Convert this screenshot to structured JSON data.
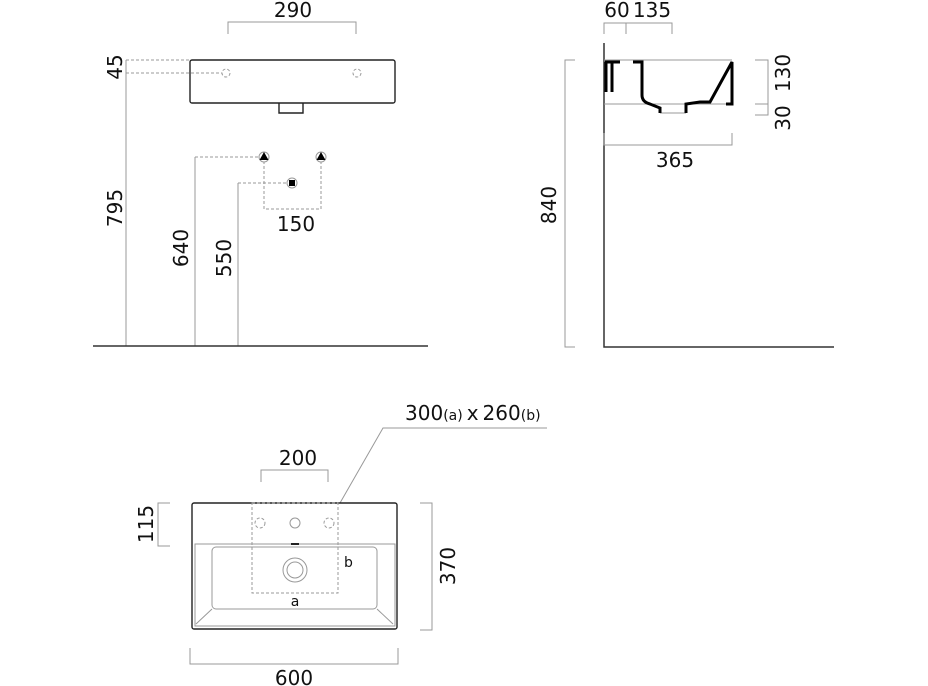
{
  "front_elevation": {
    "width_between_holes": "290",
    "tap_hole_height": "45",
    "rim_height": "795",
    "supply_height": "640",
    "waste_height": "550",
    "supply_spacing": "150"
  },
  "side_elevation": {
    "wall_offset_1": "60",
    "wall_offset_2": "135",
    "basin_depth": "130",
    "bottom_offset": "30",
    "projection": "365",
    "rim_height": "840"
  },
  "plan_view": {
    "cutout_label": "300",
    "cutout_a": "(a)",
    "cutout_x": "x",
    "cutout_b_value": "260",
    "cutout_b": "(b)",
    "tap_spacing": "200",
    "deck_depth": "115",
    "depth": "370",
    "width": "600",
    "label_a": "a",
    "label_b": "b"
  },
  "colors": {
    "line": "#222222",
    "dimension": "#999999"
  }
}
